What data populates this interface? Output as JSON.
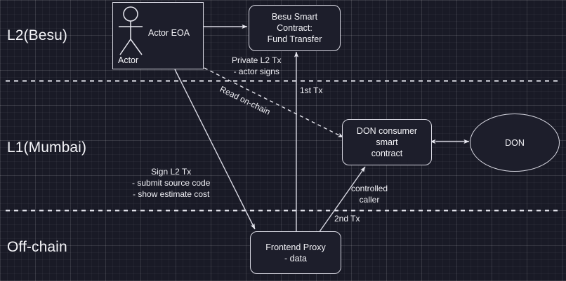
{
  "diagram": {
    "title": "L2/L1/Off-chain architecture flow",
    "background_color": "#191a26",
    "stroke_color": "#d8d8e2",
    "text_color": "#f2f2f6"
  },
  "zones": [
    {
      "label": "L2(Besu)"
    },
    {
      "label": "L1(Mumbai)"
    },
    {
      "label": "Off-chain"
    }
  ],
  "nodes": {
    "actor_box": {
      "icon": "stick-figure-actor-icon",
      "role_label": "Actor EOA",
      "name_label": "Actor"
    },
    "besu_contract": {
      "line1": "Besu Smart Contract:",
      "line2": "Fund Transfer"
    },
    "don_consumer": {
      "line1": "DON consumer smart",
      "line2": "contract"
    },
    "don": {
      "line1": "DON"
    },
    "frontend_proxy": {
      "line1": "Frontend Proxy",
      "line2": "- data"
    }
  },
  "edge_labels": {
    "private_l2_tx": "Private L2 Tx\n- actor signs",
    "read_on_chain": "Read on-chain",
    "first_tx": "1st Tx",
    "sign_l2_tx": "Sign L2 Tx\n- submit source code\n- show estimate cost",
    "controlled_caller": "controlled\ncaller",
    "second_tx": "2nd Tx"
  }
}
